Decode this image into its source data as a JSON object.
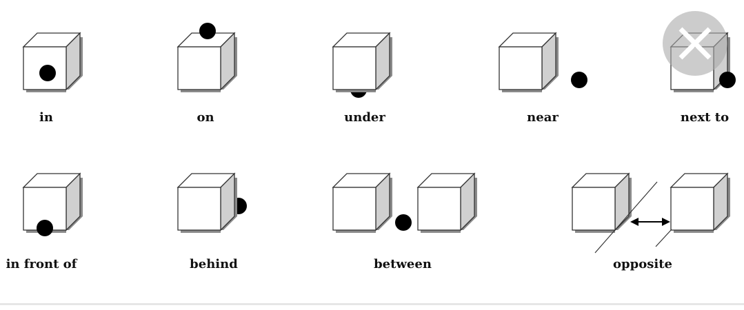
{
  "labels": {
    "in": "in",
    "on": "on",
    "under": "under",
    "near": "near",
    "next_to": "next to",
    "in_front_of": "in front of",
    "behind": "behind",
    "between": "between",
    "opposite": "opposite"
  },
  "close_button": {
    "icon": "close-icon"
  },
  "colors": {
    "cube_side": "#d0d0d0",
    "shadow": "#8a8a8a",
    "ball": "#000000"
  }
}
